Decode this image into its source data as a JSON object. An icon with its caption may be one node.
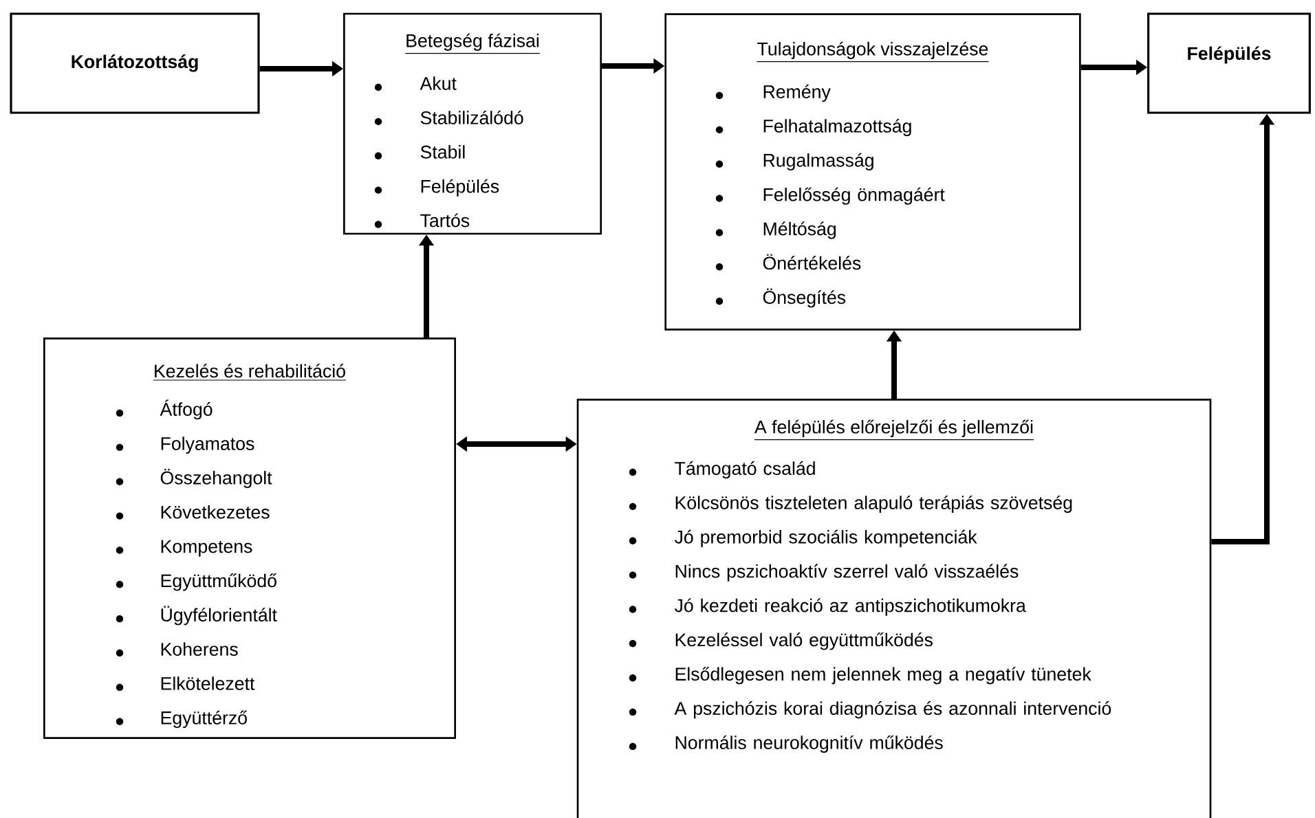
{
  "diagram": {
    "nodes": [
      {
        "text": [
          "Korlátozottság"
        ]
      },
      {
        "text": [
          "Betegség fázisai",
          "Akut",
          "Stabilizálódó",
          "Stabil",
          "Felépülés",
          "Tartós"
        ]
      },
      {
        "text": [
          "Tulajdonságok visszajelzése",
          "Remény",
          "Felhatalmazottság",
          "Rugalmasság",
          "Felelősség önmagáért",
          "Méltóság",
          "Önértékelés",
          "Önsegítés"
        ]
      },
      {
        "text": [
          "Felépülés"
        ]
      },
      {
        "text": [
          "Kezelés és rehabilitáció",
          "Átfogó",
          "Folyamatos",
          "Összehangolt",
          "Következetes",
          "Kompetens",
          "Együttműködő",
          "Ügyfélorientált",
          "Koherens",
          "Elkötelezett",
          "Együttérző"
        ]
      },
      {
        "text": [
          "A felépülés előrejelzői és jellemzői",
          "Támogató család",
          "Kölcsönös tiszteleten alapuló terápiás szövetség",
          "Jó premorbid szociális kompetenciák",
          "Nincs pszichoaktív szerrel való visszaélés",
          "Jó kezdeti reakció az antipszichotikumokra",
          "Kezeléssel való együttműködés",
          "Elsődlegesen nem jelennek meg a negatív tünetek",
          "A pszichózis korai diagnózisa és azonnali intervenció",
          "Normális neurokognitív működés"
        ]
      }
    ],
    "edges": [
      {
        "from": 0,
        "to": 1,
        "arrow": "to"
      },
      {
        "from": 1,
        "to": 2,
        "arrow": "to"
      },
      {
        "from": 2,
        "to": 3,
        "arrow": "to"
      },
      {
        "from": 4,
        "to": 1,
        "arrow": "to"
      },
      {
        "from": 4,
        "to": 5,
        "arrow": "both"
      },
      {
        "from": 5,
        "to": 2,
        "arrow": "to"
      },
      {
        "from": 5,
        "to": 3,
        "arrow": "to"
      }
    ]
  }
}
